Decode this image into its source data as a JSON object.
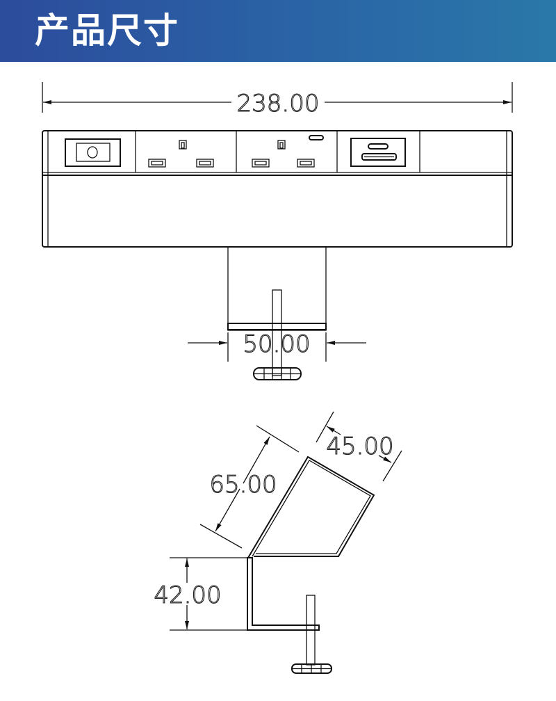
{
  "header": {
    "title": "产品尺寸",
    "color_start": "#2c4c9c",
    "color_end": "#2a78a9"
  },
  "front_view": {
    "width_dimension": "238.00",
    "base_width_dimension": "50.00",
    "modules": [
      "rocker-switch",
      "uk-socket",
      "uk-socket-with-usb-c",
      "usb-c-usb-a-module",
      "blank-panel"
    ]
  },
  "side_view": {
    "top_depth_dimension": "45.00",
    "panel_height_dimension": "65.00",
    "clamp_height_dimension": "42.00"
  }
}
